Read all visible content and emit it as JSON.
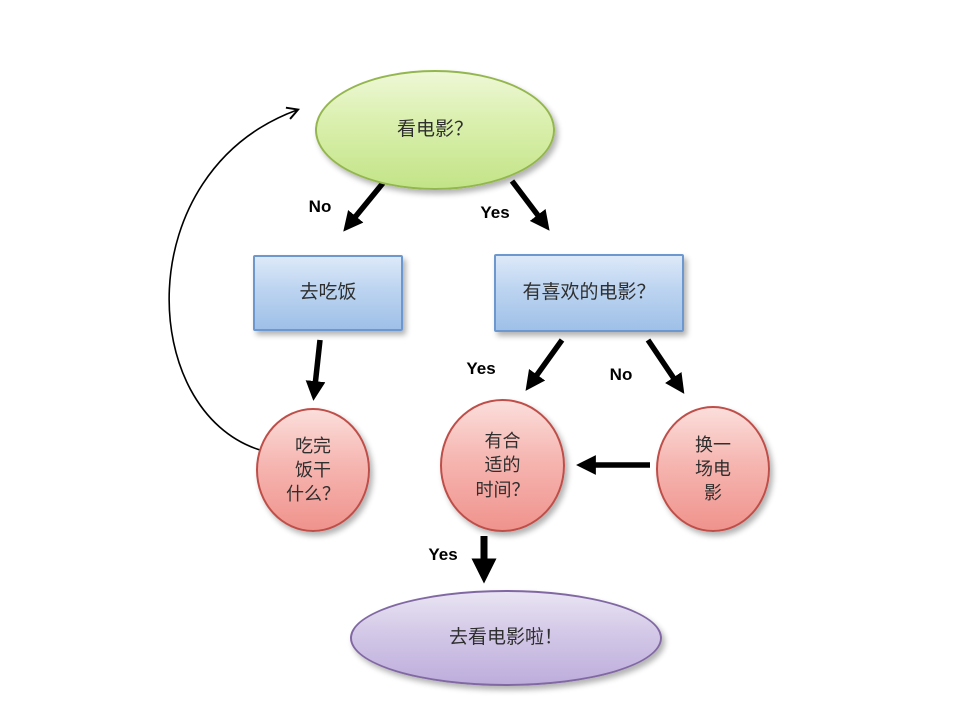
{
  "diagram": {
    "type": "flowchart",
    "nodes": {
      "start": {
        "label": "看电影？",
        "shape": "ellipse",
        "color": "#d9efac"
      },
      "eat": {
        "label": "去吃饭",
        "shape": "rect",
        "color": "#bcd4f0"
      },
      "like": {
        "label": "有喜欢的电影？",
        "shape": "rect",
        "color": "#bcd4f0"
      },
      "after": {
        "label": "吃完\n饭干\n什么？",
        "shape": "ellipse",
        "color": "#f6b6b1"
      },
      "time": {
        "label": "有合\n适的\n时间？",
        "shape": "ellipse",
        "color": "#f6b6b1"
      },
      "change": {
        "label": "换一\n场电\n影",
        "shape": "ellipse",
        "color": "#f6b6b1"
      },
      "go": {
        "label": "去看电影啦！",
        "shape": "ellipse",
        "color": "#d3c8e7"
      }
    },
    "edge_labels": {
      "start_no": "No",
      "start_yes": "Yes",
      "like_yes": "Yes",
      "like_no": "No",
      "time_yes": "Yes"
    },
    "edges": [
      {
        "from": "start",
        "to": "eat",
        "label": "No"
      },
      {
        "from": "start",
        "to": "like",
        "label": "Yes"
      },
      {
        "from": "eat",
        "to": "after",
        "label": ""
      },
      {
        "from": "like",
        "to": "time",
        "label": "Yes"
      },
      {
        "from": "like",
        "to": "change",
        "label": "No"
      },
      {
        "from": "change",
        "to": "time",
        "label": ""
      },
      {
        "from": "time",
        "to": "go",
        "label": "Yes"
      },
      {
        "from": "after",
        "to": "start",
        "label": "",
        "style": "curved-thin"
      }
    ],
    "colors": {
      "green_fill": "#d9efac",
      "green_border": "#94b64e",
      "blue_fill": "#bcd4f0",
      "blue_border": "#6d97cf",
      "pink_fill": "#f6b6b1",
      "pink_border": "#bf4e49",
      "purple_fill": "#d3c8e7",
      "purple_border": "#8168a3",
      "arrow": "#000000"
    }
  }
}
